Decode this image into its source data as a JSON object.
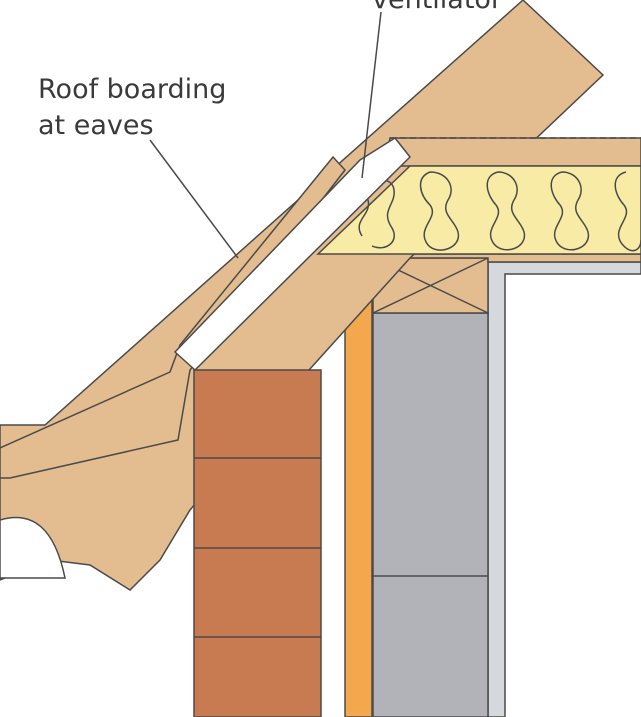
{
  "labels": {
    "roof_boarding_line1": "Roof boarding",
    "roof_boarding_line2": "at eaves",
    "ventilator": "ventilator"
  },
  "colors": {
    "timber": "#e3bd8f",
    "brick": "#c87a50",
    "insulation": "#f7eba6",
    "block": "#b2b3b8",
    "orange_strip": "#f3a84e",
    "plaster": "#d5d8dc",
    "outline": "#4a4a4a"
  }
}
